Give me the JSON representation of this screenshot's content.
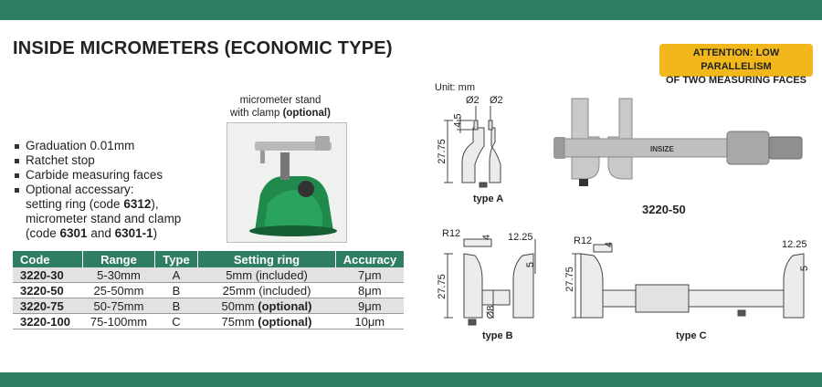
{
  "title": "INSIDE MICROMETERS (ECONOMIC TYPE)",
  "attention": {
    "line1": "ATTENTION: LOW PARALLELISM",
    "line2": "OF TWO MEASURING FACES"
  },
  "features": [
    "Graduation 0.01mm",
    "Ratchet stop",
    "Carbide measuring faces",
    "Optional accessary:"
  ],
  "accessory_lines": [
    {
      "pre": "setting ring (code ",
      "bold": "6312",
      "post": "),"
    },
    {
      "pre": "micrometer stand and clamp",
      "bold": "",
      "post": ""
    },
    {
      "pre": "(code ",
      "bold": "6301",
      "mid": " and ",
      "bold2": "6301-1",
      "post": ")"
    }
  ],
  "stand": {
    "line1": "micrometer stand",
    "line2": "with clamp ",
    "line2_bold": "(optional)"
  },
  "table": {
    "headers": [
      "Code",
      "Range",
      "Type",
      "Setting ring",
      "Accuracy"
    ],
    "rows": [
      {
        "code": "3220-30",
        "range": "5-30mm",
        "type": "A",
        "ring": "5mm (included)",
        "ring_bold": "",
        "accuracy": "7μm"
      },
      {
        "code": "3220-50",
        "range": "25-50mm",
        "type": "B",
        "ring": "25mm (included)",
        "ring_bold": "",
        "accuracy": "8μm"
      },
      {
        "code": "3220-75",
        "range": "50-75mm",
        "type": "B",
        "ring": "50mm ",
        "ring_bold": "(optional)",
        "accuracy": "9μm"
      },
      {
        "code": "3220-100",
        "range": "75-100mm",
        "type": "C",
        "ring": "75mm ",
        "ring_bold": "(optional)",
        "accuracy": "10μm"
      }
    ]
  },
  "drawings": {
    "unit": "Unit: mm",
    "typeA": {
      "label": "type A",
      "d1": "Ø2",
      "d2": "Ø2",
      "h1": "4.5",
      "h2": "27.75"
    },
    "typeB": {
      "label": "type B",
      "r": "R12",
      "t": "4",
      "w": "12.25",
      "h": "5",
      "len": "27.75",
      "dia": "Ø8"
    },
    "typeC": {
      "label": "type C",
      "r": "R12",
      "t": "4",
      "w": "12.25",
      "h": "5",
      "len": "27.75"
    },
    "model": "3220-50",
    "brand": "INSIZE"
  },
  "colors": {
    "green": "#2f7d63",
    "yellow": "#f2b81b"
  }
}
